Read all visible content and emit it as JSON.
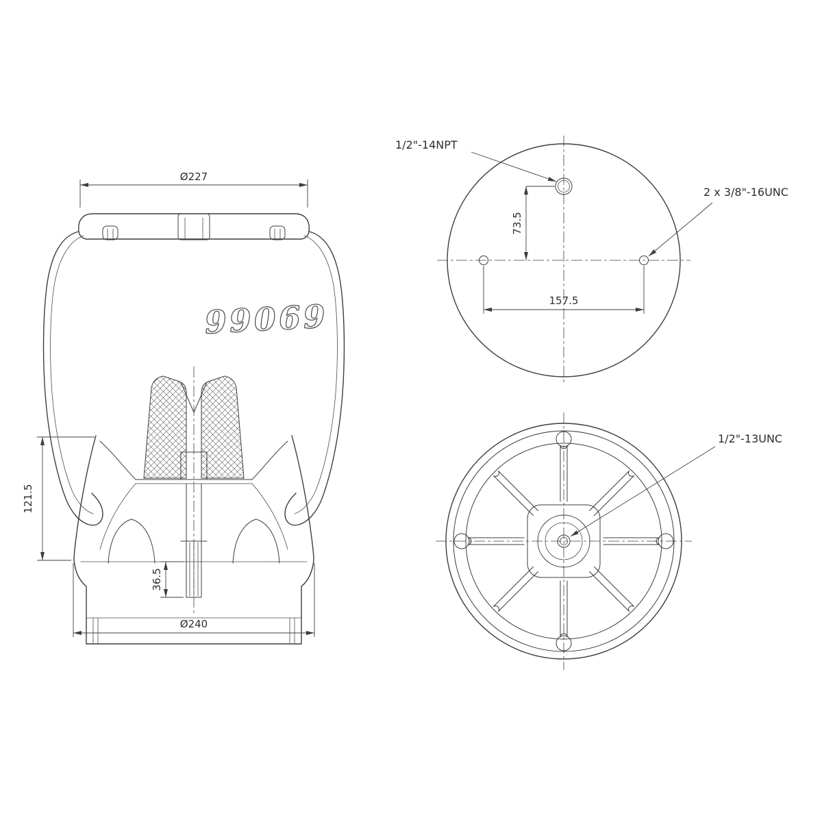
{
  "drawing": {
    "part_number": "99069",
    "side_view": {
      "dim_top_diameter": "Ø227",
      "dim_height": "121.5",
      "dim_stud_length": "36.5",
      "dim_base_diameter": "Ø240"
    },
    "top_view": {
      "label_air_port": "1/2\"-14NPT",
      "label_studs": "2 x 3/8\"-16UNC",
      "dim_port_offset": "73.5",
      "dim_stud_spacing": "157.5"
    },
    "bottom_view": {
      "label_center_thread": "1/2\"-13UNC"
    }
  }
}
